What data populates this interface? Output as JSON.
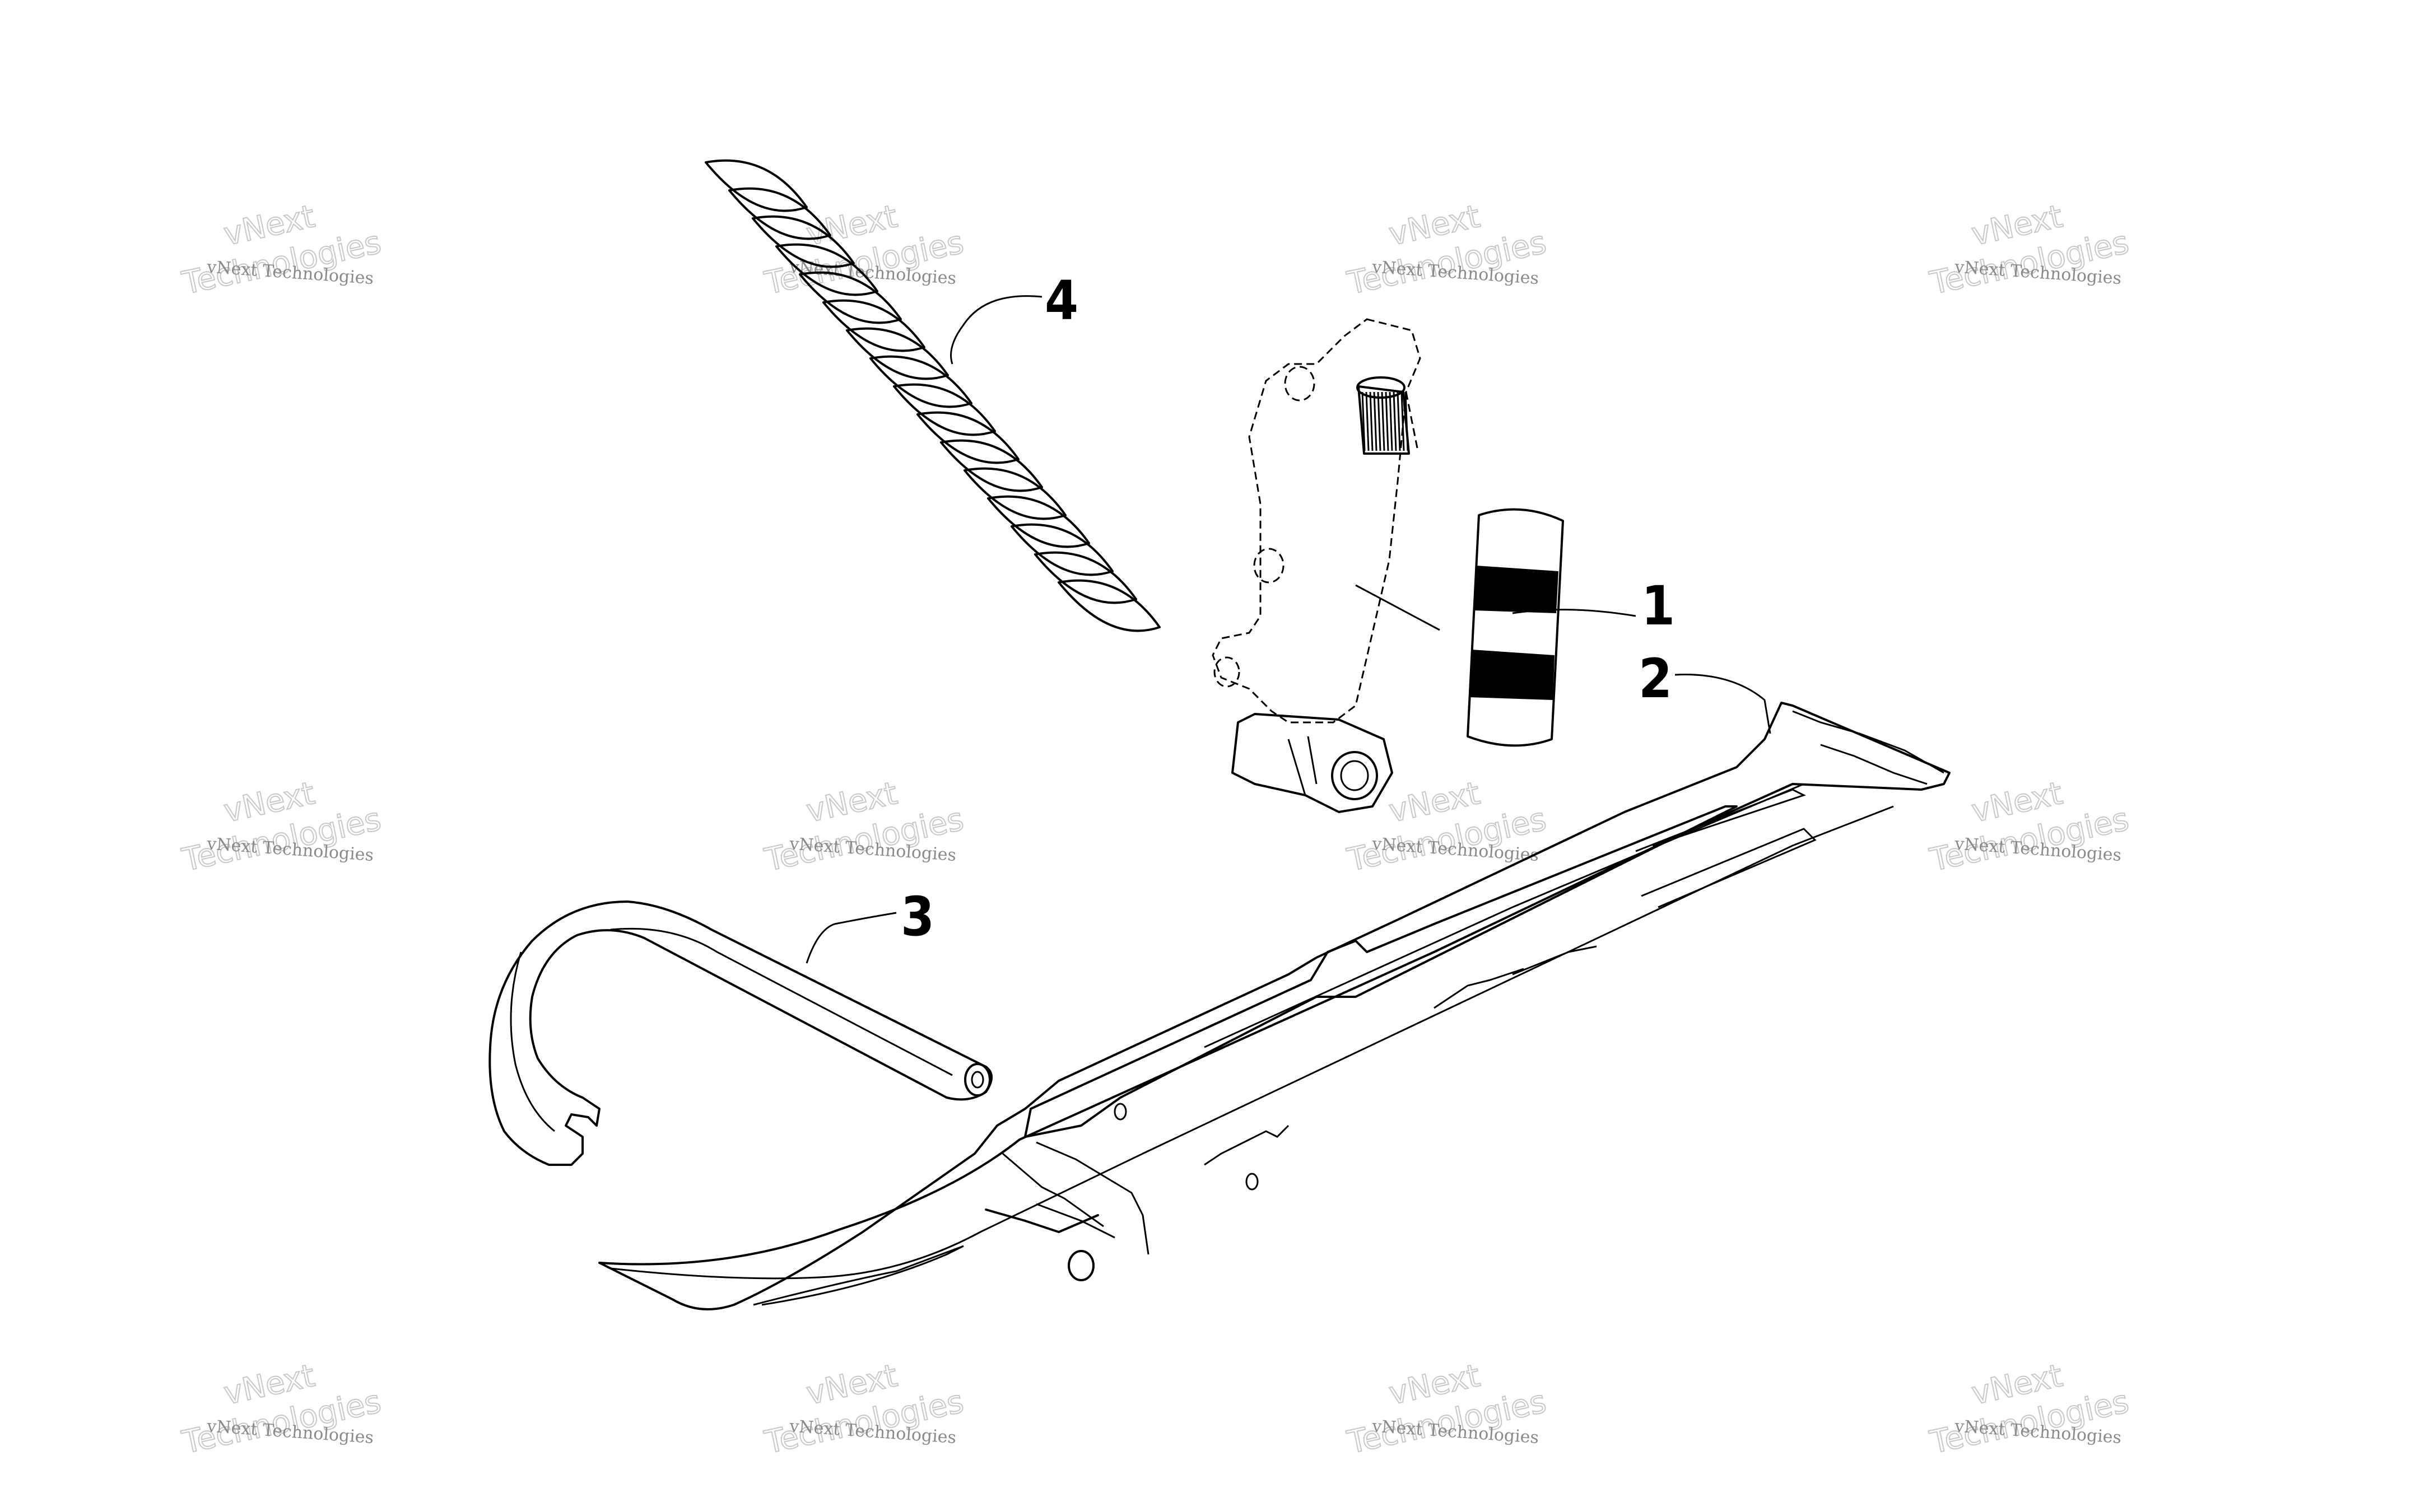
{
  "callouts": [
    {
      "id": "1",
      "label": "1"
    },
    {
      "id": "2",
      "label": "2"
    },
    {
      "id": "3",
      "label": "3"
    },
    {
      "id": "4",
      "label": "4"
    }
  ],
  "watermark": {
    "small_text": "vNext Technologies",
    "big_line1": "vNext",
    "big_line2": "Technologies"
  }
}
